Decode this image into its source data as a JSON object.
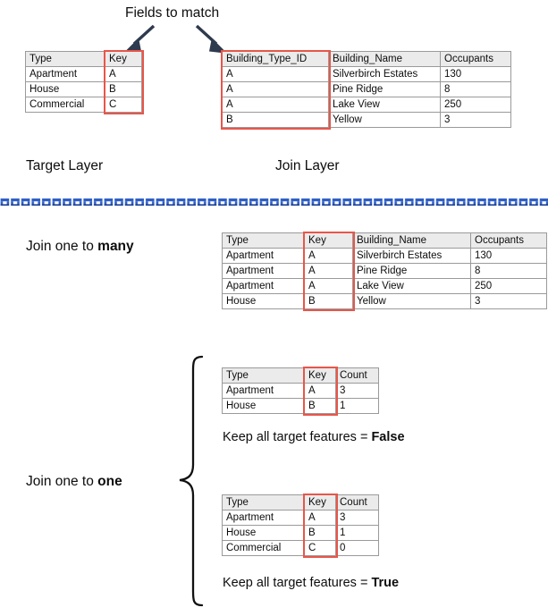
{
  "annotations": {
    "fields_to_match": "Fields to match",
    "target_layer": "Target Layer",
    "join_layer": "Join Layer",
    "join_one_to_many_prefix": "Join one to ",
    "join_one_to_many_emphasis": "many",
    "join_one_to_one_prefix": "Join one to ",
    "join_one_to_one_emphasis": "one",
    "keep_false_prefix": "Keep all target features = ",
    "keep_false_emphasis": "False",
    "keep_true_prefix": "Keep all target features = ",
    "keep_true_emphasis": "True"
  },
  "colors": {
    "highlight_red": "#e8564a",
    "header_gray": "#ebebeb",
    "grid_gray": "#9a9a9a",
    "arrow_navy": "#2e3a4d",
    "divider_blue": "#2f5fc4",
    "text_black": "#0d0d0d"
  },
  "icons": {
    "arrow_left": "arrow-down-left-icon",
    "arrow_right": "arrow-down-right-icon",
    "brace": "curly-brace-icon",
    "divider": "dashed-divider-icon"
  },
  "tables": {
    "target_layer": {
      "columns": [
        "Type",
        "Key"
      ],
      "rows": [
        [
          "Apartment",
          "A"
        ],
        [
          "House",
          "B"
        ],
        [
          "Commercial",
          "C"
        ]
      ],
      "highlight_column": "Key"
    },
    "join_layer": {
      "columns": [
        "Building_Type_ID",
        "Building_Name",
        "Occupants"
      ],
      "rows": [
        [
          "A",
          "Silverbirch Estates",
          "130"
        ],
        [
          "A",
          "Pine Ridge",
          "8"
        ],
        [
          "A",
          "Lake View",
          "250"
        ],
        [
          "B",
          "Yellow",
          "3"
        ]
      ],
      "highlight_column": "Building_Type_ID"
    },
    "one_to_many": {
      "columns": [
        "Type",
        "Key",
        "Building_Name",
        "Occupants"
      ],
      "rows": [
        [
          "Apartment",
          "A",
          "Silverbirch Estates",
          "130"
        ],
        [
          "Apartment",
          "A",
          "Pine Ridge",
          "8"
        ],
        [
          "Apartment",
          "A",
          "Lake View",
          "250"
        ],
        [
          "House",
          "B",
          "Yellow",
          "3"
        ]
      ],
      "highlight_column": "Key"
    },
    "one_to_one_false": {
      "columns": [
        "Type",
        "Key",
        "Count"
      ],
      "rows": [
        [
          "Apartment",
          "A",
          "3"
        ],
        [
          "House",
          "B",
          "1"
        ]
      ],
      "highlight_column": "Key"
    },
    "one_to_one_true": {
      "columns": [
        "Type",
        "Key",
        "Count"
      ],
      "rows": [
        [
          "Apartment",
          "A",
          "3"
        ],
        [
          "House",
          "B",
          "1"
        ],
        [
          "Commercial",
          "C",
          "0"
        ]
      ],
      "highlight_column": "Key"
    }
  }
}
